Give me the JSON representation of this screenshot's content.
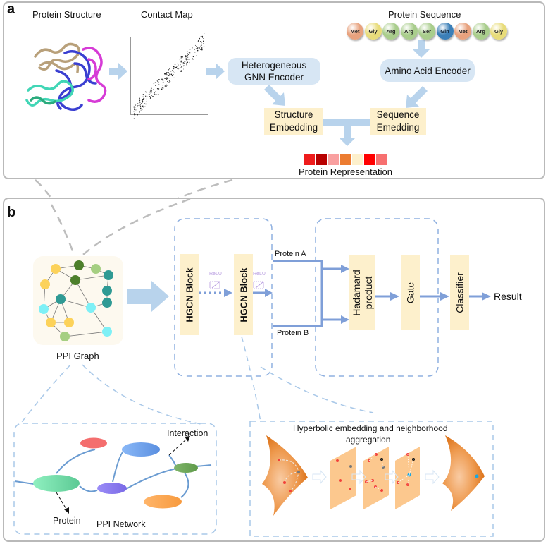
{
  "panel_a": {
    "letter": "a",
    "protein_structure_label": "Protein Structure",
    "contact_map_label": "Contact Map",
    "protein_sequence_label": "Protein Sequence",
    "sequence_residues": [
      {
        "name": "Met",
        "color": "#e8a27e"
      },
      {
        "name": "Gly",
        "color": "#e8dc7a"
      },
      {
        "name": "Arg",
        "color": "#a9cd8c"
      },
      {
        "name": "Arg",
        "color": "#a9cd8c"
      },
      {
        "name": "Ser",
        "color": "#a9cd8c"
      },
      {
        "name": "Gln",
        "color": "#3b7fb8"
      },
      {
        "name": "Met",
        "color": "#e8a27e"
      },
      {
        "name": "Arg",
        "color": "#a9cd8c"
      },
      {
        "name": "Gly",
        "color": "#e8dc7a"
      }
    ],
    "gnn_encoder": {
      "line1": "Heterogeneous",
      "line2": "GNN Encoder"
    },
    "amino_acid_encoder": "Amino Acid Encoder",
    "structure_embedding": {
      "line1": "Structure",
      "line2": "Embedding"
    },
    "sequence_embedding": {
      "line1": "Sequence",
      "line2": "Emedding"
    },
    "representation_cells": [
      "#ee1c1c",
      "#b80000",
      "#f9a0a0",
      "#ec7c31",
      "#fdf0cc",
      "#ff0000",
      "#f77070"
    ],
    "protein_representation_label": "Protein Representation"
  },
  "panel_b": {
    "letter": "b",
    "ppi_graph_label": "PPI Graph",
    "hgcn_block_1": "HGCN Block",
    "hgcn_block_2": "HGCN Block",
    "relu_1": "ReLU",
    "relu_2": "ReLU",
    "protein_a_label": "Protein A",
    "protein_b_label": "Protein B",
    "hadamard": {
      "line1": "Hadamard",
      "line2": "product"
    },
    "gate": "Gate",
    "classifier": "Classifier",
    "result": "Result",
    "ppi_network": {
      "interaction_label": "Interaction",
      "protein_label": "Protein",
      "network_label": "PPI Network"
    },
    "hyperbolic": {
      "line1": "Hyperbolic embedding and neighborhood",
      "line2": "aggregation"
    }
  },
  "colors": {
    "arrow_light_blue": "#b8d3ec",
    "arrow_blue": "#7f9fd8",
    "dash_blue": "#a9c8e8",
    "box_yellow": "#fdf0cc",
    "encoder_blue": "#d7e6f4",
    "panel_border": "#b9b9b9",
    "surface_orange": "#e07b1f",
    "plane_orange": "#fcc88e"
  }
}
